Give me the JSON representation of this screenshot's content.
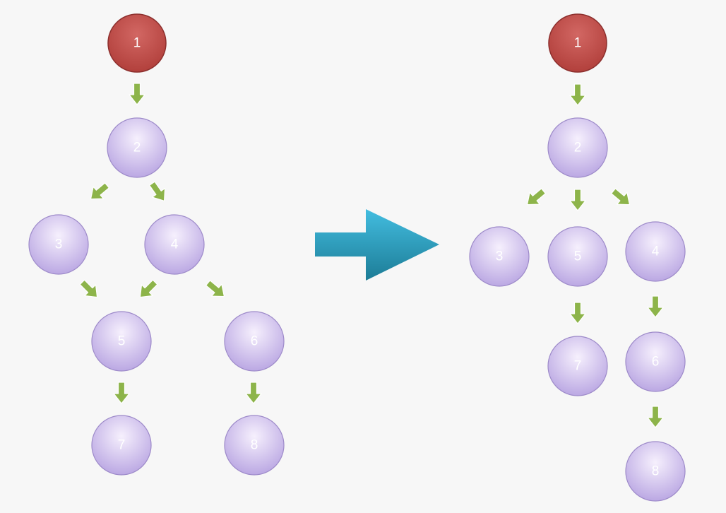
{
  "diagram": {
    "left_tree": {
      "nodes": [
        {
          "id": "n1",
          "label": "1",
          "kind": "root"
        },
        {
          "id": "n2",
          "label": "2",
          "kind": "normal"
        },
        {
          "id": "n3",
          "label": "3",
          "kind": "normal"
        },
        {
          "id": "n4",
          "label": "4",
          "kind": "normal"
        },
        {
          "id": "n5",
          "label": "5",
          "kind": "normal"
        },
        {
          "id": "n6",
          "label": "6",
          "kind": "normal"
        },
        {
          "id": "n7",
          "label": "7",
          "kind": "normal"
        },
        {
          "id": "n8",
          "label": "8",
          "kind": "normal"
        }
      ]
    },
    "right_tree": {
      "nodes": [
        {
          "id": "n1",
          "label": "1",
          "kind": "root"
        },
        {
          "id": "n2",
          "label": "2",
          "kind": "normal"
        },
        {
          "id": "n3",
          "label": "3",
          "kind": "normal"
        },
        {
          "id": "n5",
          "label": "5",
          "kind": "normal"
        },
        {
          "id": "n4",
          "label": "4",
          "kind": "normal"
        },
        {
          "id": "n7",
          "label": "7",
          "kind": "normal"
        },
        {
          "id": "n6",
          "label": "6",
          "kind": "normal"
        },
        {
          "id": "n8",
          "label": "8",
          "kind": "normal"
        }
      ]
    },
    "transform_arrow": "right-arrow-icon",
    "edge_icon": "down-arrow-icon",
    "colors": {
      "root_fill": "#c0504d",
      "root_stroke": "#8c2f2d",
      "node_fill_light": "#f3ecfb",
      "node_fill_dark": "#b9a6e2",
      "node_stroke": "#9d8ac9",
      "arrow_green": "#8db44a",
      "transform_arrow_light": "#3bb3d6",
      "transform_arrow_dark": "#1f7f98",
      "background": "#f7f7f7"
    }
  }
}
